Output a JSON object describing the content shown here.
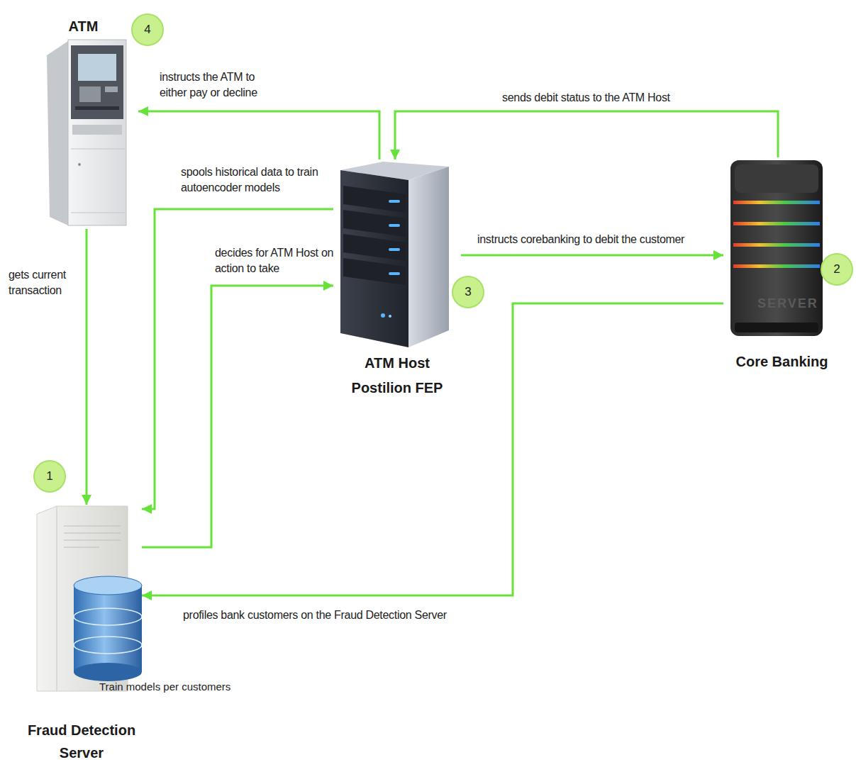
{
  "diagram": {
    "nodes": [
      {
        "text": [
          "ATM"
        ]
      },
      {
        "text": [
          "ATM Host Postilion FEP"
        ]
      },
      {
        "text": [
          "Core Banking"
        ]
      },
      {
        "text": [
          "Fraud Detection Server"
        ]
      }
    ],
    "edges": [
      {
        "from": 1,
        "to": 0,
        "arrow": "to",
        "label": "instructs the ATM to either pay or decline"
      },
      {
        "from": 2,
        "to": 1,
        "arrow": "to",
        "label": "sends debit status to the ATM Host"
      },
      {
        "from": 1,
        "to": 3,
        "arrow": "to",
        "label": "spools historical data to train autoencoder models"
      },
      {
        "from": 3,
        "to": 1,
        "arrow": "to",
        "label": "decides for ATM Host on action to take"
      },
      {
        "from": 1,
        "to": 2,
        "arrow": "to",
        "label": "instructs corebanking to debit the customer"
      },
      {
        "from": 0,
        "to": 3,
        "arrow": "to",
        "label": "gets current transaction"
      },
      {
        "from": 2,
        "to": 3,
        "arrow": "to",
        "label": "profiles bank customers on the Fraud Detection Server"
      }
    ],
    "labels": [
      "4",
      "2",
      "3",
      "1",
      "Train models per customers",
      "SERVER"
    ]
  }
}
